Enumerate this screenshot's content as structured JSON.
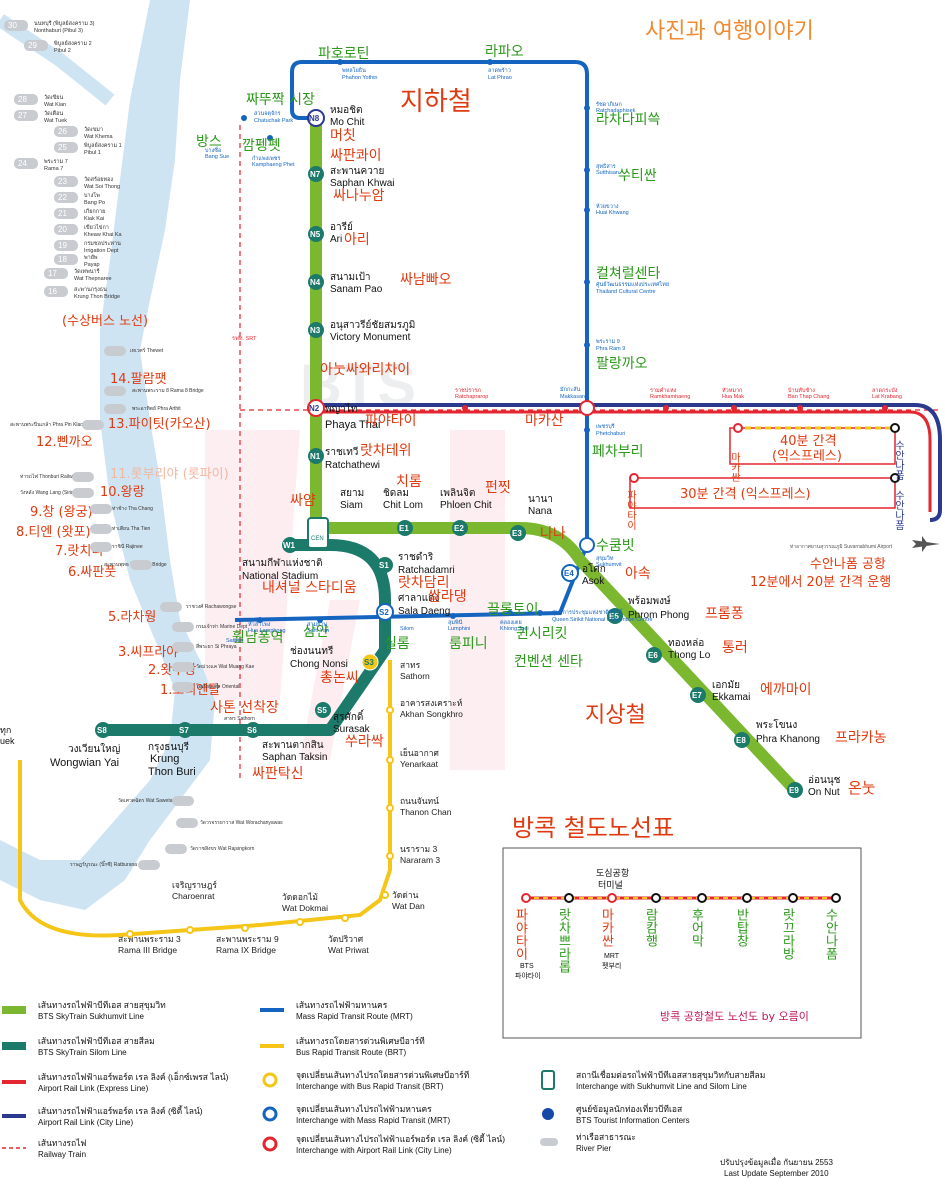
{
  "header": {
    "watermark": "사진과 여행이야기",
    "underground_title": "지하철",
    "elevated_title": "지상철",
    "railmap_title": "방콕 철도노선표"
  },
  "colors": {
    "sukhumvit": "#7cb82f",
    "silom": "#1c7a6a",
    "mrt": "#1565c0",
    "airport_express": "#e3262f",
    "airport_city": "#2b3a8f",
    "brt": "#f5c518",
    "river": "#cfe4f3",
    "korean_red": "#e03a10",
    "korean_green": "#2b9a1a",
    "blue_label": "#1648a8"
  },
  "stations": {
    "mochit": {
      "th": "หมอชิต",
      "en": "Mo Chit",
      "code": "N8",
      "ko": "머칫"
    },
    "saphankhwai": {
      "th": "สะพานควาย",
      "en": "Saphan Khwai",
      "code": "N7",
      "ko1": "싸판콰이",
      "ko2": "싸나누암"
    },
    "ari": {
      "th": "อารีย์",
      "en": "Ari",
      "code": "N5",
      "ko": "아리"
    },
    "sanampao": {
      "th": "สนามเป้า",
      "en": "Sanam Pao",
      "code": "N4",
      "ko": "싸남빠오"
    },
    "victory": {
      "th": "อนุสาวรีย์ชัยสมรภูมิ",
      "en": "Victory Monument",
      "code": "N3",
      "ko": "아눗싸와리차이"
    },
    "phayathai": {
      "th": "พญาไท",
      "en": "Phaya Thai",
      "code": "N2",
      "ko": "파야타이"
    },
    "ratchathewi": {
      "th": "ราชเทวี",
      "en": "Ratchathewi",
      "code": "N1",
      "ko": "랏차테위"
    },
    "siam": {
      "th": "สยาม",
      "en": "Siam",
      "ko": "싸얌"
    },
    "chitlom": {
      "th": "ชิดลม",
      "en": "Chit Lom",
      "code": "E1",
      "ko": "치롬"
    },
    "phloenchit": {
      "th": "เพลินจิต",
      "en": "Phloen Chit",
      "code": "E2",
      "ko": "펀찟"
    },
    "nana": {
      "th": "นานา",
      "en": "Nana",
      "code": "E3",
      "ko": "나나"
    },
    "asok": {
      "th": "อโศก",
      "en": "Asok",
      "code": "E4",
      "ko": "아속"
    },
    "phromphong": {
      "th": "พร้อมพงษ์",
      "en": "Phrom Phong",
      "code": "E5",
      "ko": "프롬퐁"
    },
    "thonglo": {
      "th": "ทองหล่อ",
      "en": "Thong Lo",
      "code": "E6",
      "ko": "통러"
    },
    "ekkamai": {
      "th": "เอกมัย",
      "en": "Ekkamai",
      "code": "E7",
      "ko": "에까마이"
    },
    "phrakhanong": {
      "th": "พระโขนง",
      "en": "Phra Khanong",
      "code": "E8",
      "ko": "프라카농"
    },
    "onnut": {
      "th": "อ่อนนุช",
      "en": "On Nut",
      "code": "E9",
      "ko": "온눗"
    },
    "nationalstadium": {
      "th": "สนามกีฬาแห่งชาติ",
      "en": "National Stadium",
      "code": "W1",
      "ko": "내셔널 스타디움"
    },
    "ratchadamri": {
      "th": "ราชดำริ",
      "en": "Ratchadamri",
      "code": "S1",
      "ko": "랏차담리"
    },
    "saladaeng": {
      "th": "ศาลาแดง",
      "en": "Sala Daeng",
      "code": "S2",
      "ko": "쌀라댕"
    },
    "chongnonsi": {
      "th": "ช่องนนทรี",
      "en": "Chong Nonsi",
      "code": "S3",
      "ko": "총논씨"
    },
    "surasak": {
      "th": "สุรศักดิ์",
      "en": "Surasak",
      "code": "S5",
      "ko": "쑤라싹"
    },
    "saphantaksin": {
      "th": "สะพานตากสิน",
      "en": "Saphan Taksin",
      "code": "S6",
      "ko": "싸판탁신"
    },
    "krungthonburi": {
      "th": "กรุงธนบุรี",
      "en1": "Krung",
      "en2": "Thon Buri",
      "code": "S7"
    },
    "wongwianyai": {
      "th": "วงเวียนใหญ่",
      "en": "Wongwian Yai",
      "code": "S8"
    }
  },
  "mrt_labels": {
    "chatuchak": "짜뚜짝 시장",
    "bangsue": "방스",
    "kamphaengphet": "깜펭펫",
    "phahon": "파호로틴",
    "ladphrao": "라파오",
    "ratchadaphisek": "라차다피쓱",
    "sutthisan": "쑤티싼",
    "cultural": "컬쳐럴센타",
    "rama9": "팔랑까오",
    "makkasan": "마카산",
    "phetchaburi": "페차부리",
    "sukhumvit": "수쿰빗",
    "qsncc1": "퀸시리킷",
    "qsncc2": "컨벤션 센타",
    "khlongtoei": "끌롱토이",
    "lumphini": "룸피니",
    "silom": "실롬",
    "samyan": "삼얀",
    "hualamphong": "훨남퐁역",
    "sathon": "사톤 선착장"
  },
  "mrt_small": {
    "chatuchak_th": "สวนจตุจักร",
    "chatuchak_en": "Chatuchak Park",
    "bangsue_th": "บางซื่อ",
    "bangsue_en": "Bang Sue",
    "kp_th": "กำแพงเพชร",
    "kp_en": "Kamphaeng Phet",
    "phahon_th": "พหลโยธิน",
    "phahon_en": "Phahon Yothin",
    "lat_th": "ลาดพร้าว",
    "lat_en": "Lat Phrao",
    "rp_th": "รัชดาภิเษก",
    "rp_en": "Ratchadaphisek",
    "st_th": "สุทธิสาร",
    "st_en": "Sutthisan",
    "hk_th": "ห้วยขวาง",
    "hk_en": "Huai Khwang",
    "tc_th": "ศูนย์วัฒนธรรมแห่งประเทศไทย",
    "tc_en": "Thailand Cultural Centre",
    "r9_th": "พระราม 9",
    "r9_en": "Phra Ram 9",
    "mk_th": "มักกะสัน",
    "mk_en": "Makkasan",
    "pb_th": "เพชรบุรี",
    "pb_en": "Phetchaburi",
    "su_th": "สุขุมวิท",
    "su_en": "Sukhumvit",
    "qs_th": "ศูนย์การประชุมแห่งชาติสิริกิติ์",
    "qs_en": "Queen Sirikit National Convention Centre",
    "kt_th": "คลองเตย",
    "kt_en": "Khlong Toei",
    "lp_th": "ลุมพินี",
    "lp_en": "Lumphini",
    "sl_en": "Silom",
    "sy_th": "สามย่าน",
    "sy_en": "Sam Yan",
    "hl_th": "หัวลำโพง",
    "hl_en": "Hua Lamphong",
    "rcp_th": "ราชปรารภ",
    "rcp_en": "Ratchaprarop",
    "rkh_th": "รามคำแหง",
    "rkh_en": "Ramkhamhaeng",
    "hm_th": "หัวหมาก",
    "hm_en": "Hua Mak",
    "btc_th": "บ้านทับช้าง",
    "btc_en": "Ban Thap Chang",
    "lk_th": "ลาดกระบัง",
    "lk_en": "Lat Krabang",
    "sat_en": "Sathon",
    "rail_tag": "รฟท. SRT"
  },
  "airport": {
    "interval40": "40분 간격",
    "express": "(익스프레스)",
    "interval30": "30분 간격 (익스프레스)",
    "suvarnabhumi_label": "수안나폼 공항",
    "interval_city": "12분에서 20분 간격 운행",
    "v_makkasan": "마카싼",
    "v_suvarnabhumi": "수안나폼",
    "v_phayathai": "파야타이",
    "v_suvarnabhumi2": "수안나폼",
    "airport_small": "ท่าอากาศยานสุวรรณภูมิ Suvarnabhumi Airport"
  },
  "brt": {
    "sathorn_th": "สาทร",
    "sathorn_en": "Sathorn",
    "akhan_th": "อาคารสงเคราะห์",
    "akhan_en": "Akhan Songkhro",
    "yen_th": "เย็นอากาศ",
    "yen_en": "Yenarkaat",
    "thanon_th": "ถนนจันทน์",
    "thanon_en": "Thanon Chan",
    "nararam_th": "นราราม 3",
    "nararam_en": "Nararam 3",
    "wd_th": "วัดด่าน",
    "wd_en": "Wat Dan",
    "wp_th": "วัดปริวาศ",
    "wp_en": "Wat Priwat",
    "dk_th": "วัดดอกไม้",
    "dk_en": "Wat Dokmai",
    "r9_th": "สะพานพระราม 9",
    "r9_en": "Rama IX Bridge",
    "ch_th": "เจริญราษฎร์",
    "ch_en": "Charoenrat",
    "r3_th": "สะพานพระราม 3",
    "r3_en": "Rama III Bridge"
  },
  "river": {
    "piers": [
      {
        "n": "30",
        "th": "นนทบุรี (พิบูลย์สงคราม 3)",
        "en": "Nonthaburi (Pibul 3)"
      },
      {
        "n": "29",
        "th": "พิบูลย์สงคราม 2",
        "en": "Pibul 2"
      },
      {
        "n": "28",
        "th": "วัดเขียน",
        "en": "Wat Kian"
      },
      {
        "n": "27",
        "th": "วัดเตือน",
        "en": "Wat Tuek"
      },
      {
        "n": "26",
        "th": "วัดเขมา",
        "en": "Wat Khema"
      },
      {
        "n": "25",
        "th": "พิบูลย์สงคราม 1",
        "en": "Pibul 1"
      },
      {
        "n": "24",
        "th": "พระราม 7",
        "en": "Rama 7"
      },
      {
        "n": "23",
        "th": "วัดสร้อยทอง",
        "en": "Wat Soi Thong"
      },
      {
        "n": "22",
        "th": "บางโพ",
        "en": "Bang Po"
      },
      {
        "n": "21",
        "th": "เกียกกาย",
        "en": "Kiak Kai"
      },
      {
        "n": "20",
        "th": "เขียวไข่กา",
        "en": "Kheaw Khai Ka"
      },
      {
        "n": "19",
        "th": "กรมชลประทาน",
        "en": "Irrigation Dept"
      },
      {
        "n": "18",
        "th": "พายัพ",
        "en": "Payap"
      },
      {
        "n": "17",
        "th": "วัดเทพนารี",
        "en": "Wat Thepnaree"
      },
      {
        "n": "16",
        "th": "สะพานกรุงธน",
        "en": "Krung Thon Bridge"
      }
    ],
    "boat_title": "(수상버스 노선)",
    "k14": "14.팔람팻",
    "k13": "13.파이팃(카오산)",
    "k12": "12.삔까오",
    "k11": "11.롯부리야 (롯파이)",
    "k10": "10.왕랑",
    "k9": "9.창 (왕궁)",
    "k8": "8.티엔 (왓포)",
    "k7": "7.랏치니",
    "k6": "6.싸판풋",
    "k5": "5.라차웡",
    "k3": "3.씨프라야",
    "k2": "2.왓무앙",
    "k1": "1.오리엔탈",
    "p15": "เทเวศร์ Thewet",
    "p14": "สะพานพระราม 8 Rama 8 Bridge",
    "p13": "พระอาทิตย์ Phra Arthit",
    "p12": "สะพานพระปิ่นเกล้า Phra Pin Klao Bridge",
    "p11": "ท่ารถไฟ Thonburi Railway",
    "p10": "วังหลัง Wang Lang (Siriraj)",
    "p9": "ท่าช้าง Tha Chang",
    "p8": "ท่าเตียน Tha Tien",
    "p7": "ราชินี Rajinee",
    "p6": "สะพานพุทธ Memorial Bridge",
    "p5": "ราชวงศ์ Rachawongse",
    "p4": "กรมเจ้าท่า Marine Dept",
    "p3": "สี่พระยา Si Phraya",
    "p2": "วัดม่วงแค Wat Muang Kae",
    "p1": "โอเรียนเต็ล Oriental",
    "sathorn": "สาทร Sathorn",
    "s1": "วัดเศวตฉัตร Wat Sawetachat",
    "s2": "วัดวรจรรยาวาส Wat Worachanyawas",
    "s3": "วัดราชสิงขร Wat Rajsingkorn",
    "s4": "ราษฎร์บูรณะ (บิ๊กซี) Ratburana (Big C)",
    "sukhumvit_tag": "BTS"
  },
  "inset": {
    "airport_label1": "도심공항",
    "airport_label2": "터미널",
    "stations": [
      "파야타이",
      "랏차쁘라롭",
      "마카싼",
      "람캄행",
      "후어막",
      "반탑창",
      "랏끄라방",
      "수안나폼"
    ],
    "bts_tag": "BTS",
    "bts_sub": "파야타이",
    "mrt_tag": "MRT",
    "mrt_sub": "펫부리",
    "caption": "방콕 공항철도 노선도 by 오름이"
  },
  "legend": {
    "items": [
      {
        "th": "เส้นทางรถไฟฟ้าบีทีเอส สายสุขุมวิท",
        "en": "BTS SkyTrain Sukhumvit Line"
      },
      {
        "th": "เส้นทางรถไฟฟ้าบีทีเอส สายสีลม",
        "en": "BTS SkyTrain Silom Line"
      },
      {
        "th": "เส้นทางรถไฟฟ้าแอร์พอร์ต เรล ลิงค์ (เอ็กซ์เพรส ไลน์)",
        "en": "Airport Rail Link (Express Line)"
      },
      {
        "th": "เส้นทางรถไฟฟ้าแอร์พอร์ต เรล ลิงค์ (ซิตี้ ไลน์)",
        "en": "Airport Rail Link (City Line)"
      },
      {
        "th": "เส้นทางรถไฟ",
        "en": "Railway Train"
      },
      {
        "th": "เส้นทางรถไฟฟ้ามหานคร",
        "en": "Mass Rapid Transit Route (MRT)"
      },
      {
        "th": "เส้นทางรถโดยสารด่วนพิเศษบีอาร์ที",
        "en": "Bus Rapid Transit Route (BRT)"
      },
      {
        "th": "จุดเปลี่ยนเส้นทางไปรถโดยสารด่วนพิเศษบีอาร์ที",
        "en": "Interchange with Bus Rapid Transit (BRT)"
      },
      {
        "th": "จุดเปลี่ยนเส้นทางไปรถไฟฟ้ามหานคร",
        "en": "Interchange with Mass Rapid Transit (MRT)"
      },
      {
        "th": "จุดเปลี่ยนเส้นทางไปรถไฟฟ้าแอร์พอร์ต เรล ลิงค์ (ซิตี้ ไลน์)",
        "en": "Interchange with Airport Rail Link (City Line)"
      },
      {
        "th": "สถานีเชื่อมต่อรถไฟฟ้าบีทีเอสสายสุขุมวิทกับสายสีลม",
        "en": "Interchange with Sukhumvit Line and Silom Line"
      },
      {
        "th": "ศูนย์ข้อมูลนักท่องเที่ยวบีทีเอส",
        "en": "BTS Tourist Information Centers"
      },
      {
        "th": "ท่าเรือสาธารณะ",
        "en": "River Pier"
      }
    ],
    "update_th": "ปรับปรุงข้อมูลเมื่อ กันยายน 2553",
    "update_en": "Last Update September 2010",
    "cen": "CEN"
  },
  "edge": {
    "left1": "ทุก",
    "left2": "uek"
  }
}
